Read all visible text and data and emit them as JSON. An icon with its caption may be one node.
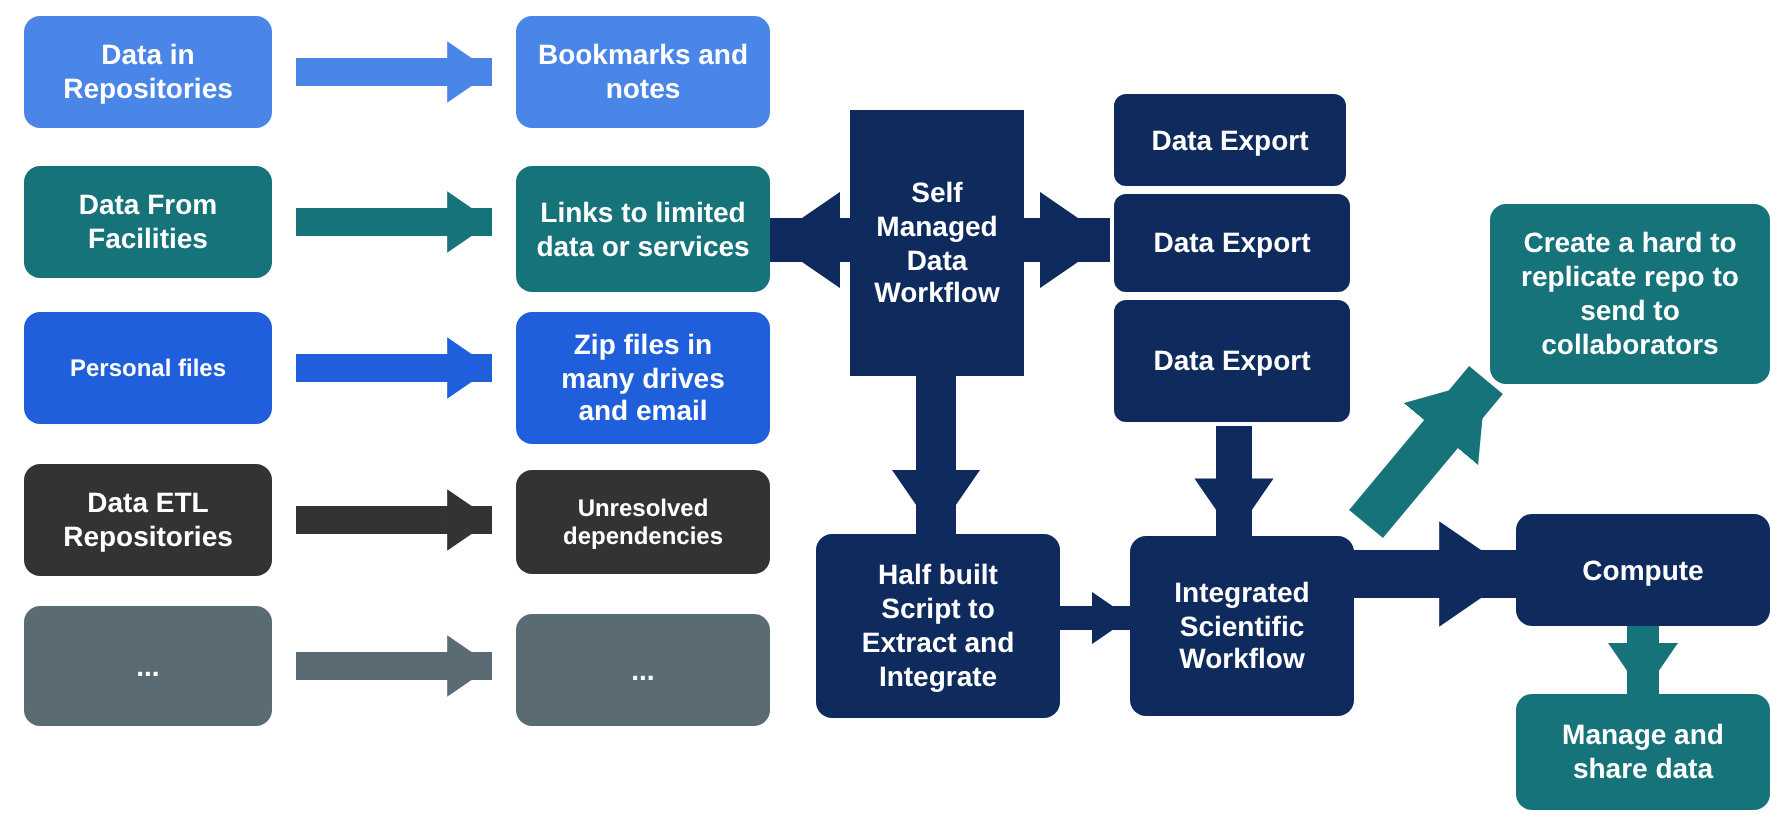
{
  "diagram": {
    "nodes": [
      {
        "text": [
          "Data in Repositories"
        ]
      },
      {
        "text": [
          "Bookmarks and notes"
        ]
      },
      {
        "text": [
          "Data From Facilities"
        ]
      },
      {
        "text": [
          "Links to limited data or services"
        ]
      },
      {
        "text": [
          "Personal files"
        ]
      },
      {
        "text": [
          "Zip files in many drives and email"
        ]
      },
      {
        "text": [
          "Data ETL Repositories"
        ]
      },
      {
        "text": [
          "Unresolved dependencies"
        ]
      },
      {
        "text": [
          "..."
        ]
      },
      {
        "text": [
          "..."
        ]
      },
      {
        "text": [
          "Self Managed Data Workflow"
        ]
      },
      {
        "text": [
          "Data Export"
        ]
      },
      {
        "text": [
          "Data Export"
        ]
      },
      {
        "text": [
          "Data Export"
        ]
      },
      {
        "text": [
          "Half built Script to Extract and Integrate"
        ]
      },
      {
        "text": [
          "Integrated Scientific Workflow"
        ]
      },
      {
        "text": [
          "Create a hard to replicate repo to send to collaborators"
        ]
      },
      {
        "text": [
          "Compute"
        ]
      },
      {
        "text": [
          "Manage and share data"
        ]
      }
    ],
    "edges": [
      {
        "from": 0,
        "to": 1,
        "arrow": "to",
        "color": "#4a86e8"
      },
      {
        "from": 2,
        "to": 3,
        "arrow": "to",
        "color": "#17737a"
      },
      {
        "from": 4,
        "to": 5,
        "arrow": "to",
        "color": "#1f5fdb"
      },
      {
        "from": 6,
        "to": 7,
        "arrow": "to",
        "color": "#333333"
      },
      {
        "from": 8,
        "to": 9,
        "arrow": "to",
        "color": "#5b6b73"
      },
      {
        "from": 10,
        "to": 3,
        "arrow": "to"
      },
      {
        "from": 10,
        "to": 12,
        "arrow": "to"
      },
      {
        "from": 10,
        "to": 14,
        "arrow": "to"
      },
      {
        "from": 13,
        "to": 15,
        "arrow": "to"
      },
      {
        "from": 14,
        "to": 15,
        "arrow": "to"
      },
      {
        "from": 15,
        "to": 16,
        "arrow": "to",
        "color": "#17737a"
      },
      {
        "from": 15,
        "to": 17,
        "arrow": "to"
      },
      {
        "from": 17,
        "to": 18,
        "arrow": "to",
        "color": "#17737a"
      }
    ]
  }
}
